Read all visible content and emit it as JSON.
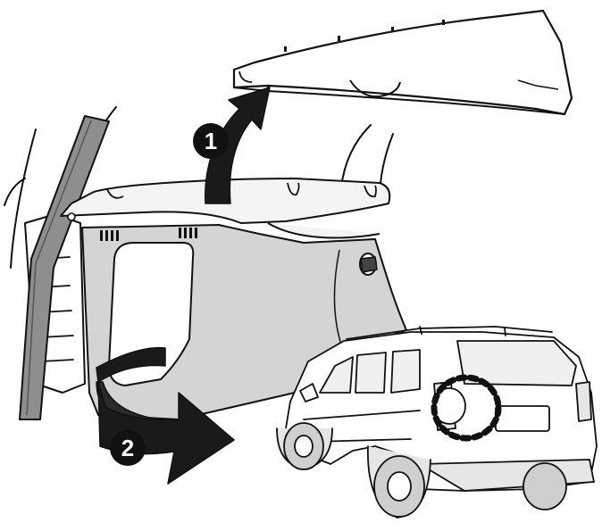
{
  "diagram": {
    "steps": [
      {
        "number": "1",
        "action": "lift-shelf-up"
      },
      {
        "number": "2",
        "action": "rotate-panel-out"
      }
    ],
    "colors": {
      "line": "#111111",
      "panel_gray": "#d4d4d4",
      "trim_gray": "#e6e6e6",
      "arrow": "#1a1a1a",
      "badge": "#111111",
      "badge_text": "#ffffff",
      "highlight_dots": "#111111"
    },
    "icons": {
      "step_badge": "black-circle-with-number",
      "arrow_1": "curved-up-arrow",
      "arrow_2": "curved-right-arrow",
      "location_marker": "dotted-circle"
    }
  }
}
